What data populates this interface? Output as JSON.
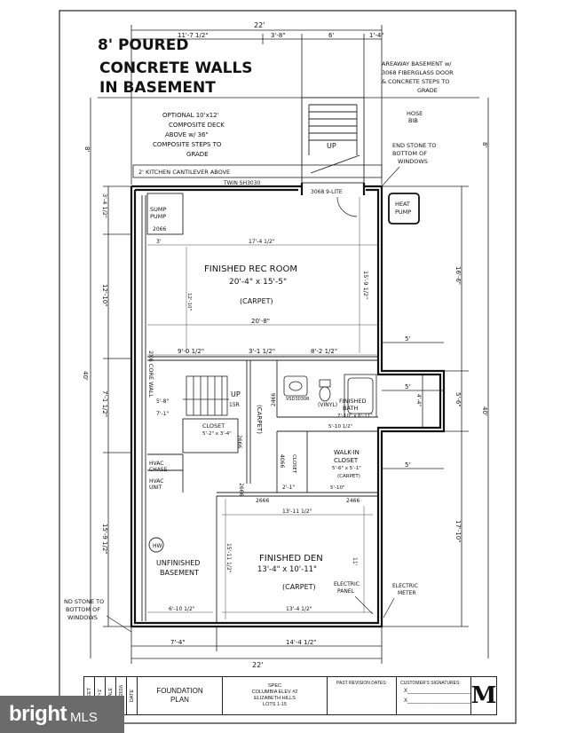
{
  "header": {
    "title_lines": [
      "8' POURED",
      "CONCRETE WALLS",
      "IN BASEMENT"
    ]
  },
  "notes": {
    "areaway": [
      "AREAWAY BASEMENT w/",
      "3068 FIBERGLASS DOOR",
      "& CONCRETE STEPS TO",
      "GRADE"
    ],
    "deck": [
      "OPTIONAL 10'x12'",
      "COMPOSITE DECK",
      "ABOVE w/ 36\"",
      "COMPOSITE STEPS TO",
      "GRADE"
    ],
    "hose_bib": [
      "HOSE",
      "BIB"
    ],
    "end_stone_right": [
      "END STONE TO",
      "BOTTOM OF",
      "WINDOWS"
    ],
    "end_stone_left": [
      "ND STONE TO",
      "BOTTOM OF",
      "WINDOWS"
    ],
    "kitchen_cantilever": "2' KITCHEN CANTILEVER ABOVE",
    "twin_window": "TWIN SH3030",
    "door_3068": "3068 9-LITE",
    "heat_pump": [
      "HEAT",
      "PUMP"
    ],
    "electric_meter": [
      "ELECTRIC",
      "METER"
    ],
    "electric_panel": [
      "ELECTRIC",
      "PANEL"
    ],
    "core_wall": "2X6 CORE WALL",
    "up_stair": "UP",
    "up_15r": [
      "UP",
      "15R"
    ]
  },
  "rooms": {
    "rec_room": {
      "name": "FINISHED REC ROOM",
      "size": "20'-4\" x 15'-5\"",
      "floor": "(CARPET)"
    },
    "den": {
      "name": "FINISHED DEN",
      "size": "13'-4\" x 10'-11\"",
      "floor": "(CARPET)"
    },
    "bath": {
      "name": [
        "FINISHED",
        "BATH"
      ],
      "size": "7'-10\" x 6'-11\"",
      "floor": "(VINYL)"
    },
    "walkin": {
      "name": [
        "WALK-IN",
        "CLOSET"
      ],
      "size": "5'-6\" x 5'-1\"",
      "floor": "(CARPET)"
    },
    "closet": {
      "name": "CLOSET",
      "size": "5'-2\" x 3'-4\""
    },
    "closet_small": "CLOSET",
    "unfinished": [
      "UNFINISHED",
      "BASEMENT"
    ],
    "sump": [
      "SUMP",
      "PUMP"
    ],
    "hvac_chase": [
      "HVAC",
      "CHASE"
    ],
    "hvac_unit": [
      "HVAC",
      "UNIT"
    ],
    "hw": "HW",
    "hall_carpet": "(CARPET)"
  },
  "dimensions": {
    "top_total": "22'",
    "top_left": "11'-7 1/2\"",
    "top_mid": "3'-8\"",
    "top_6": "6'",
    "top_right": "1'-4\"",
    "bottom_total": "22'",
    "bottom_left": "7'-4\"",
    "bottom_right": "14'-4 1/2\"",
    "left_34": "3'-4 1/2\"",
    "left_1210": "12'-10\"",
    "left_7112": "7'-1 1/2\"",
    "left_15912": "15'-9 1/2\"",
    "left_total": "40'",
    "left_8": "8'",
    "right_8": "8'",
    "right_166": "16'-6\"",
    "right_56": "5'-6\"",
    "right_1710": "17'-10\"",
    "right_total": "40'",
    "right_5a": "5'",
    "right_5b": "5'",
    "right_5c": "5'",
    "right_44": "4'-4\"",
    "rec_1741": "17'-4 1/2\"",
    "rec_208": "20'-8\"",
    "rec_1591": "15'-9 1/2\"",
    "rec_1210": "12'-10\"",
    "rec_90": "9'-0 1/2\"",
    "rec_31": "3'-1 1/2\"",
    "rec_82": "8'-2 1/2\"",
    "den_1911": "13'-11 1/2\"",
    "den_134": "13'-4 1/2\"",
    "den_610": "6'-10 1/2\"",
    "den_11": "11'",
    "den_1510": "15'-11 1/2\"",
    "sump_2066": "2066",
    "sump_3": "3'",
    "d2466_a": "2466",
    "d2466_b": "2466",
    "d2666_a": "2666",
    "d2666_b": "2666",
    "d2666_c": "2666",
    "d4066": "4066",
    "v5x": "VSD3030R",
    "bath_510": "5'-10 1/2\"",
    "wic_510": "5'-10\"",
    "d_21": "2'-1\"",
    "dim_53": "5'-8\"",
    "dim_71": "7'-1\""
  },
  "title_block": {
    "vertical_labels": [
      "SHEET",
      "SCALE",
      "DATE"
    ],
    "scale": "1/8\"=1'",
    "date": "2/22/2016",
    "drawing": [
      "FOUNDATION",
      "PLAN"
    ],
    "project": [
      "SPEC",
      "COLUMBIA ELEV #2",
      "ELIZABETH HILLS",
      "LOTS 1-15"
    ],
    "revisions_label": "PAST REVISION DATES:",
    "customer_label": "CUSTOMER'S SIGNATURES:",
    "sig_marks": [
      "X",
      "X"
    ],
    "logo": "M"
  },
  "watermark": {
    "main": "bright",
    "sub": "MLS"
  }
}
